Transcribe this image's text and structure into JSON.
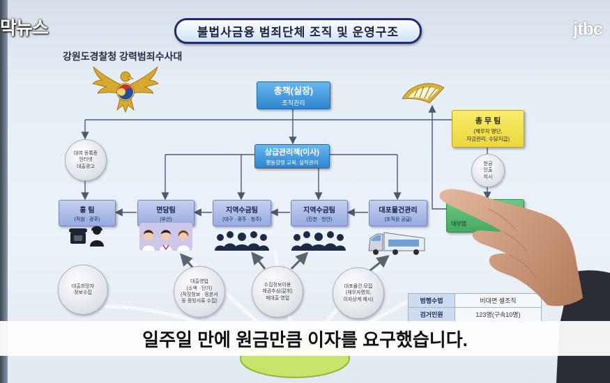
{
  "broadcast": {
    "program_tag": "막뉴스",
    "logo": "jtbc"
  },
  "diagram": {
    "title": "불법사금융 범죄단체 조직 및 운영구조",
    "agency": "강원도경찰청 강력범죄수사대",
    "boss": {
      "title": "총책(실장)",
      "desc": "조직관리"
    },
    "manager": {
      "title": "상급관리책(이사)",
      "desc": "행동강령 교육, 실적관리"
    },
    "general_affairs": {
      "title": "총 무 팀",
      "desc": [
        "(채무자 명단,",
        "자금관리, 수당지급)"
      ]
    },
    "teams": [
      {
        "title": "홍 팀",
        "desc": "(직원 · 광주)"
      },
      {
        "title": "면담팀",
        "desc": "(부산)"
      },
      {
        "title": "지역수금팀",
        "desc": "(대구 · 광주 · 청주)"
      },
      {
        "title": "지역수금팀",
        "desc": "(진천 · 천안)"
      },
      {
        "title": "대포물건관리",
        "desc": "(조직원 공급)"
      }
    ],
    "delivery_team": {
      "title": "전달팀",
      "sub": "대부업"
    },
    "ad_circle": [
      "대여 등록증",
      "인터넷",
      "대출광고"
    ],
    "cash_circle": [
      "현금",
      "인출",
      "지시"
    ],
    "bottom_circles": [
      [
        "대출희망자",
        "정보수집"
      ],
      [
        "대출영업",
        "(소액 · 단기)",
        "(직장정보 · 등본서",
        "등 증빙서류 수집)"
      ],
      [
        "수집정보이용",
        "채권추심(갈취)",
        "재대출 영업"
      ],
      [
        "대포물건 모집",
        "(채무자명의,",
        "이자상계 제시)"
      ]
    ],
    "stats": [
      {
        "label": "범행수법",
        "value": "비대면 셀조직"
      },
      {
        "label": "검거인원",
        "value": "123명(구속10명)"
      }
    ]
  },
  "caption": "일주일 만에 원금만큼 이자를 요구했습니다.",
  "colors": {
    "title_border": "#1d2d6b",
    "boss_box": "#2f84cc",
    "team_box": "#98acdf",
    "general_affairs_box": "#ead83c",
    "delivery_box": "#45a962"
  }
}
